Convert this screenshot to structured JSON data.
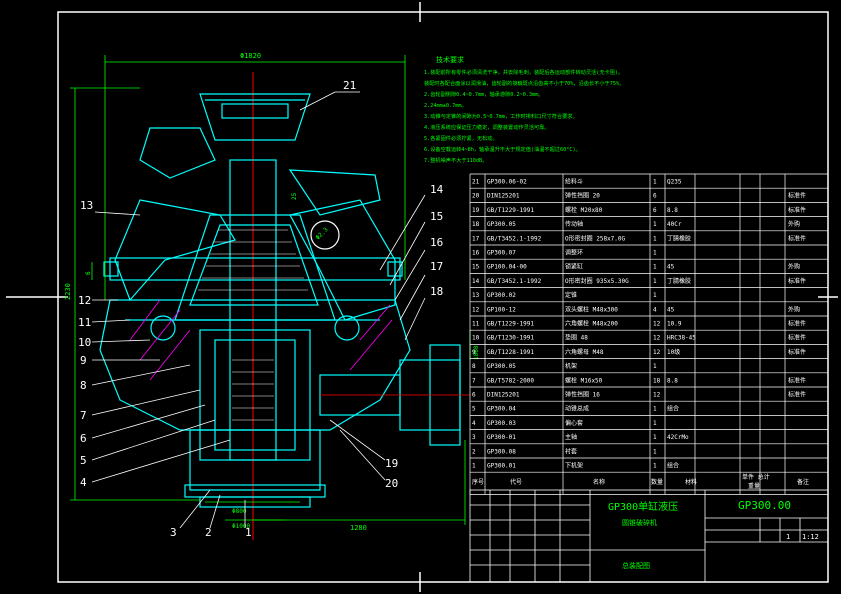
{
  "drawing": {
    "dimensions": {
      "overall_width": "Φ1820",
      "height_left": "2230",
      "bottom_length": "1280",
      "bottom_dia": "Φ800",
      "base_dia": "Φ1000",
      "side_dim": "1060",
      "dim_25": "25",
      "dim_6": "6",
      "dim_8": "Φ2.3"
    },
    "balloons": [
      {
        "id": "b21",
        "label": "21"
      },
      {
        "id": "b13",
        "label": "13"
      },
      {
        "id": "b14",
        "label": "14"
      },
      {
        "id": "b15",
        "label": "15"
      },
      {
        "id": "b16",
        "label": "16"
      },
      {
        "id": "b17",
        "label": "17"
      },
      {
        "id": "b18",
        "label": "18"
      },
      {
        "id": "b12",
        "label": "12"
      },
      {
        "id": "b11",
        "label": "11"
      },
      {
        "id": "b10",
        "label": "10"
      },
      {
        "id": "b9",
        "label": "9"
      },
      {
        "id": "b8",
        "label": "8"
      },
      {
        "id": "b7",
        "label": "7"
      },
      {
        "id": "b6",
        "label": "6"
      },
      {
        "id": "b5",
        "label": "5"
      },
      {
        "id": "b4",
        "label": "4"
      },
      {
        "id": "b3",
        "label": "3"
      },
      {
        "id": "b2",
        "label": "2"
      },
      {
        "id": "b1",
        "label": "1"
      },
      {
        "id": "b19",
        "label": "19"
      },
      {
        "id": "b20",
        "label": "20"
      }
    ]
  },
  "notes": {
    "title": "技术要求",
    "lines": [
      "1.装配前所有零件必须清洗干净，并去除毛刺，装配后各运动部件转动灵活(无卡阻)。",
      "  装配时各配合面涂以润滑油，齿轮副的接触斑点沿齿高不小于70%，沿齿长不小于75%。",
      "2.齿轮副侧隙0.4~0.7mm，轴承游隙0.2~0.3mm。",
      "  2.24mm±0.7mm。",
      "3.动锥与定锥的间隙为0.5~0.7mm，工作时排料口尺寸符合要求。",
      "4.液压系统应保证压力稳定，调整装置动作灵活可靠。",
      "5.各紧固件必须拧紧，无松动。",
      "6.设备空载运转4~8h，轴承温升不大于规定值(油温不超过60°C)。",
      "7.整机噪声不大于110dB。"
    ]
  },
  "bom": {
    "rows": [
      {
        "no": "21",
        "code": "GP300.06-02",
        "name": "给料斗",
        "qty": "1",
        "mat": "Q235",
        "note": ""
      },
      {
        "no": "20",
        "code": "DIN125201",
        "name": "弹性挡圈 20",
        "qty": "6",
        "mat": "",
        "note": "标准件"
      },
      {
        "no": "19",
        "code": "GB/T1229-1991",
        "name": "螺栓 M20x80",
        "qty": "6",
        "mat": "8.8",
        "note": "标准件"
      },
      {
        "no": "18",
        "code": "GP300.05",
        "name": "传动轴",
        "qty": "1",
        "mat": "40Cr",
        "note": "外购"
      },
      {
        "no": "17",
        "code": "GB/T3452.1-1992",
        "name": "O形密封圈 258x7.0G",
        "qty": "1",
        "mat": "丁腈橡胶",
        "note": "标准件"
      },
      {
        "no": "16",
        "code": "GP300.07",
        "name": "调整环",
        "qty": "1",
        "mat": "",
        "note": ""
      },
      {
        "no": "15",
        "code": "GP100.04-00",
        "name": "锁紧缸",
        "qty": "1",
        "mat": "45",
        "note": "外购"
      },
      {
        "no": "14",
        "code": "GB/T3452.1-1992",
        "name": "O形密封圈 935x5.30G",
        "qty": "1",
        "mat": "丁腈橡胶",
        "note": "标准件"
      },
      {
        "no": "13",
        "code": "GP300.02",
        "name": "定锥",
        "qty": "1",
        "mat": "",
        "note": ""
      },
      {
        "no": "12",
        "code": "GP100-12",
        "name": "双头螺柱 M48x300",
        "qty": "4",
        "mat": "45",
        "note": "外购"
      },
      {
        "no": "11",
        "code": "GB/T1229-1991",
        "name": "六角螺栓 M48x200",
        "qty": "12",
        "mat": "10.9",
        "note": "标准件"
      },
      {
        "no": "10",
        "code": "GB/T1230-1991",
        "name": "垫圈 48",
        "qty": "12",
        "mat": "HRC38-45",
        "note": "标准件"
      },
      {
        "no": "9",
        "code": "GB/T1228-1991",
        "name": "六角螺母 M48",
        "qty": "12",
        "mat": "10级",
        "note": "标准件"
      },
      {
        "no": "8",
        "code": "GP300.05",
        "name": "机架",
        "qty": "1",
        "mat": "",
        "note": ""
      },
      {
        "no": "7",
        "code": "GB/T5782-2000",
        "name": "螺栓 M16x50",
        "qty": "18",
        "mat": "8.8",
        "note": "标准件"
      },
      {
        "no": "6",
        "code": "DIN125201",
        "name": "弹性挡圈 16",
        "qty": "12",
        "mat": "",
        "note": "标准件"
      },
      {
        "no": "5",
        "code": "GP300.04",
        "name": "动锥总成",
        "qty": "1",
        "mat": "组合",
        "note": ""
      },
      {
        "no": "4",
        "code": "GP300.03",
        "name": "偏心套",
        "qty": "1",
        "mat": "",
        "note": ""
      },
      {
        "no": "3",
        "code": "GP300-01",
        "name": "主轴",
        "qty": "1",
        "mat": "42CrMo",
        "note": ""
      },
      {
        "no": "2",
        "code": "GP300.08",
        "name": "衬套",
        "qty": "1",
        "mat": "",
        "note": ""
      },
      {
        "no": "1",
        "code": "GP300.01",
        "name": "下机架",
        "qty": "1",
        "mat": "组合",
        "note": ""
      }
    ],
    "header": {
      "no": "序号",
      "code": "代号",
      "name": "名称",
      "qty": "数量",
      "mat": "材料",
      "weight": "单件 总计",
      "weight2": "重量",
      "note": "备注"
    }
  },
  "title_block": {
    "name": "GP300单缸液压",
    "subname": "圆锥破碎机",
    "drawing_no": "GP300.00",
    "scale": "1:12",
    "sheet": "1",
    "footer": "总装配图"
  },
  "colors": {
    "background": "#000000",
    "frame": "#ffffff",
    "body": "#00ffff",
    "dim": "#00ff00",
    "center": "#ff0000",
    "hatch": "#ff00ff"
  }
}
